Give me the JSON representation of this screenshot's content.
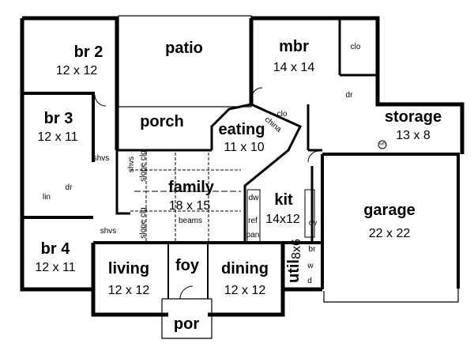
{
  "rooms": {
    "br2": {
      "name": "br 2",
      "size": "12 x 12"
    },
    "patio": {
      "name": "patio"
    },
    "mbr": {
      "name": "mbr",
      "size": "14 x 14"
    },
    "br3": {
      "name": "br 3",
      "size": "12 x 11"
    },
    "porch": {
      "name": "porch"
    },
    "eating": {
      "name": "eating",
      "size": "11 x 10"
    },
    "storage": {
      "name": "storage",
      "size": "13 x 8"
    },
    "family": {
      "name": "family",
      "size": "18 x 15"
    },
    "kit": {
      "name": "kit",
      "size": "14x12"
    },
    "garage": {
      "name": "garage",
      "size": "22 x 22"
    },
    "br4": {
      "name": "br 4",
      "size": "12 x 11"
    },
    "living": {
      "name": "living",
      "size": "12 x 12"
    },
    "foy": {
      "name": "foy"
    },
    "dining": {
      "name": "dining",
      "size": "12 x 12"
    },
    "util": {
      "name": "util",
      "size": "8x6"
    },
    "por": {
      "name": "por"
    }
  },
  "fixtures": {
    "clo_mbr": "clo",
    "dr_mbr": "dr",
    "clo_eating": "clo",
    "china": "china",
    "wh": "w/h",
    "shvs_top": "shvs",
    "shvs_vert": "shvs",
    "shvs_bottom": "shvs",
    "slope_clg_top": "slope clg",
    "slope_clg_bottom": "slope clg",
    "dr_bath": "dr",
    "lin": "lin",
    "beams": "beams",
    "dw": "dw",
    "ref": "ref",
    "pan": "pan",
    "ov": "ov",
    "br": "br",
    "w": "w",
    "d": "d"
  }
}
